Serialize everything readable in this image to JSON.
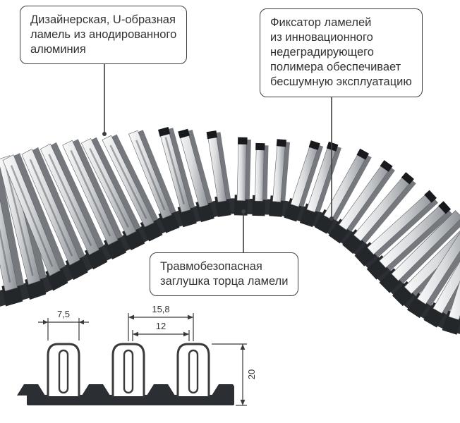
{
  "callouts": {
    "lamella": {
      "text": "Дизайнерская, U-образная\nламель из анодированного\nалюминия"
    },
    "fixator": {
      "text": "Фиксатор ламелей\nиз инновационного\nнедеградирующего\nполимера обеспечивает\nбесшумную эксплуатацию"
    },
    "endcap": {
      "text": "Травмобезопасная\nзаглушка торца ламели"
    }
  },
  "dims": {
    "lamella_width": "7,5",
    "pitch": "15,8",
    "inner": "12",
    "height": "20"
  },
  "colors": {
    "outline": "#3f3f3f",
    "band": "#2b2e32",
    "metal_light": "#fafafa",
    "metal_dark": "#8d9196",
    "text": "#333333"
  }
}
